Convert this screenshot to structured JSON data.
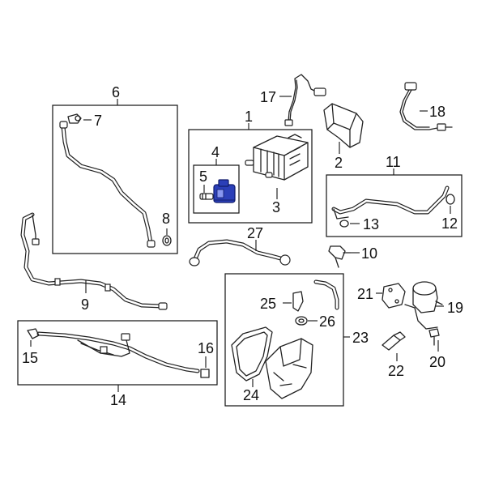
{
  "diagram": {
    "highlight_color": "#2b3fb8",
    "callouts": {
      "c1": "1",
      "c2": "2",
      "c3": "3",
      "c4": "4",
      "c5": "5",
      "c6": "6",
      "c7": "7",
      "c8": "8",
      "c9": "9",
      "c10": "10",
      "c11": "11",
      "c12": "12",
      "c13": "13",
      "c14": "14",
      "c15": "15",
      "c16": "16",
      "c17": "17",
      "c18": "18",
      "c19": "19",
      "c20": "20",
      "c21": "21",
      "c22": "22",
      "c23": "23",
      "c24": "24",
      "c25": "25",
      "c26": "26",
      "c27": "27"
    }
  }
}
